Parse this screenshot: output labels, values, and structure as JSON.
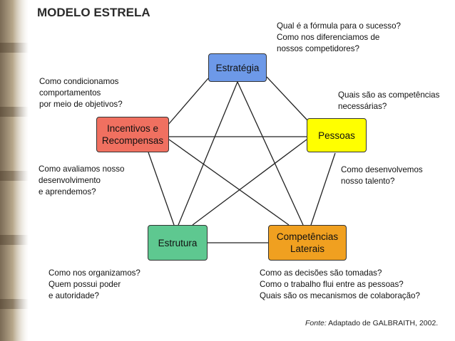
{
  "title": "MODELO ESTRELA",
  "nodes": {
    "strategy": {
      "label": "Estratégia",
      "color": "#6d99e8"
    },
    "people": {
      "label": "Pessoas",
      "color": "#ffff00"
    },
    "lateral": {
      "label": "Competências\nLaterais",
      "color": "#f0a020"
    },
    "structure": {
      "label": "Estrutura",
      "color": "#5ec890"
    },
    "rewards": {
      "label": "Incentivos e\nRecompensas",
      "color": "#f07060"
    }
  },
  "questions": {
    "strategy": "Qual é a fórmula para o sucesso?\nComo nos diferenciamos de\nnossos competidores?",
    "people_competence": "Quais são as competências\nnecessárias?",
    "people_talent": "Como desenvolvemos\nnosso talento?",
    "lateral": "Como as decisões são tomadas?\nComo o trabalho flui entre as pessoas?\nQuais são os mecanismos de colaboração?",
    "structure": "Como nos organizamos?\nQuem possui poder\ne autoridade?",
    "rewards_evaluate": "Como avaliamos nosso\ndesenvolvimento\ne aprendemos?",
    "rewards_condition": "Como condicionamos\ncomportamentos\npor meio de objetivos?"
  },
  "source": {
    "prefix": "Fonte:",
    "text": " Adaptado de GALBRAITH, 2002."
  }
}
